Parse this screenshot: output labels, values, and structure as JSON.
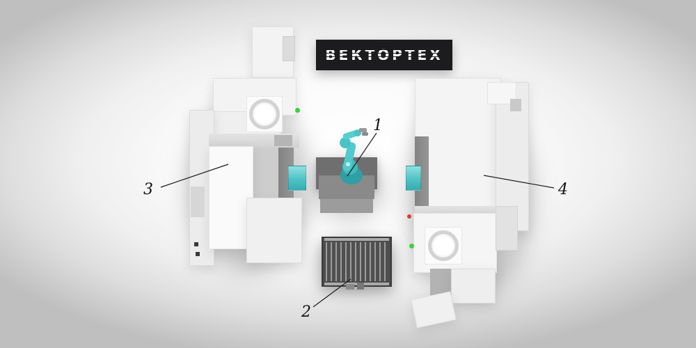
{
  "logo": {
    "text": "ВЕКТОРТЕХ"
  },
  "callouts": [
    {
      "label": "1",
      "target": "robot-arm"
    },
    {
      "label": "2",
      "target": "parts-pallet"
    },
    {
      "label": "3",
      "target": "machine-left"
    },
    {
      "label": "4",
      "target": "machine-right"
    }
  ],
  "colors": {
    "logo_bg": "#1c1c1e",
    "accent_teal": "#4fc3c6",
    "status_green": "#3bd23b",
    "status_red": "#e03a2f"
  }
}
